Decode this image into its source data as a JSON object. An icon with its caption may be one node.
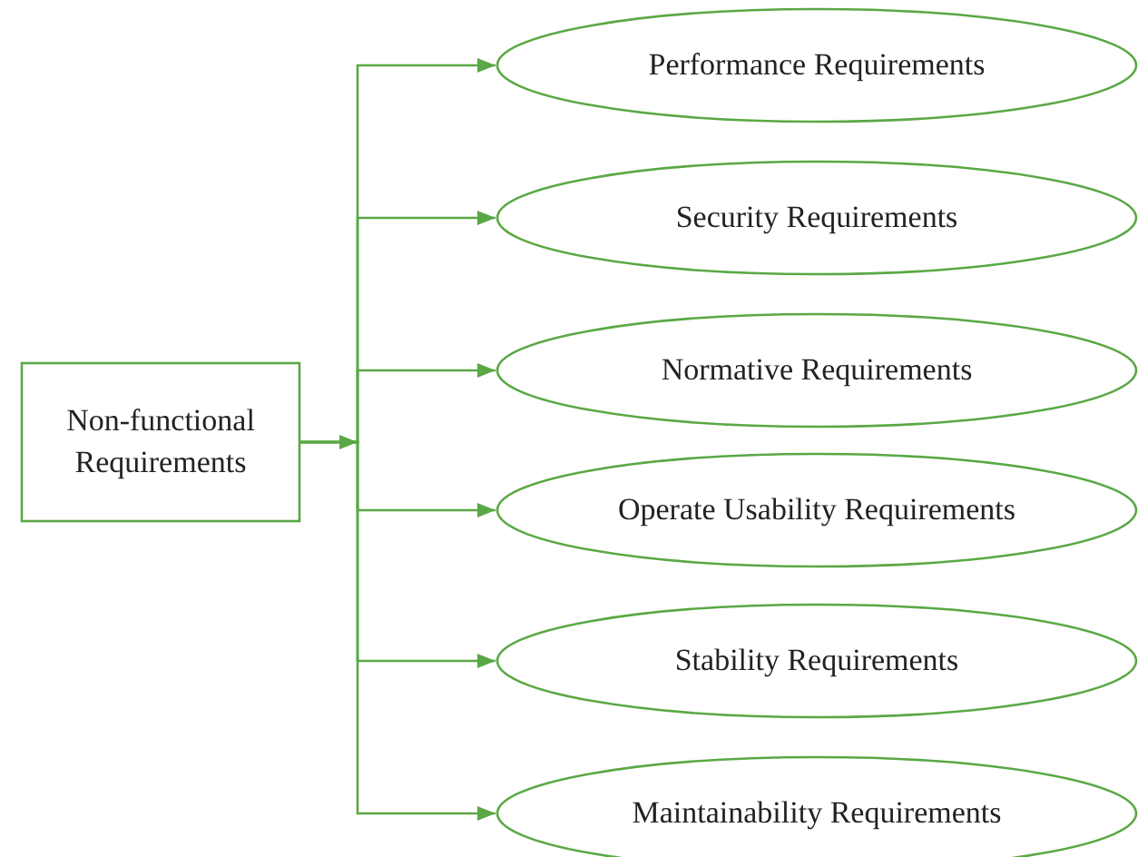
{
  "diagram": {
    "nodes": [
      {
        "text": [
          "Non-functional Requirements"
        ]
      },
      {
        "text": [
          "Performance Requirements"
        ]
      },
      {
        "text": [
          "Security Requirements"
        ]
      },
      {
        "text": [
          "Normative Requirements"
        ]
      },
      {
        "text": [
          "Operate Usability Requirements"
        ]
      },
      {
        "text": [
          "Stability Requirements"
        ]
      },
      {
        "text": [
          "Maintainability Requirements"
        ]
      }
    ],
    "edges": [
      {
        "from": 0,
        "to": 1,
        "arrow": "to"
      },
      {
        "from": 0,
        "to": 2,
        "arrow": "to"
      },
      {
        "from": 0,
        "to": 3,
        "arrow": "to"
      },
      {
        "from": 0,
        "to": 4,
        "arrow": "to"
      },
      {
        "from": 0,
        "to": 5,
        "arrow": "to"
      },
      {
        "from": 0,
        "to": 6,
        "arrow": "to"
      }
    ]
  }
}
